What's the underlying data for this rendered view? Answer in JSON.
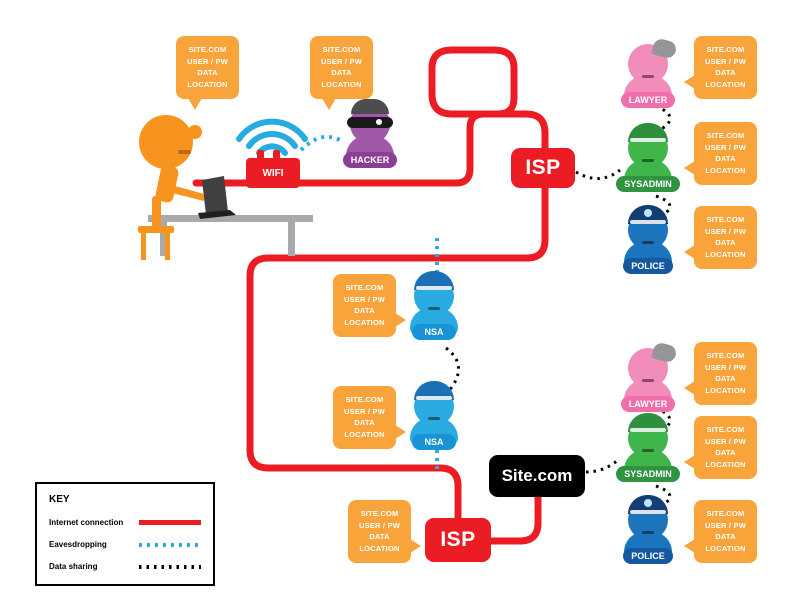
{
  "palette": {
    "callout_orange": "#F9A33B",
    "connection_red": "#EC1C24",
    "eavesdrop_blue": "#29ABE2",
    "lawyer_pink": "#F28CBB",
    "sysadmin_green": "#3FB54A",
    "police_blue": "#1C75BC",
    "hacker_purple": "#A158A8",
    "site_black": "#000000",
    "person_orange": "#F7941E"
  },
  "callout": {
    "text": "SITE.COM\nUSER / PW\nDATA\nLOCATION"
  },
  "nodes": {
    "wifi": "WIFI",
    "hacker": "HACKER",
    "isp_top": "ISP",
    "isp_bottom": "ISP",
    "nsa_top": "NSA",
    "nsa_bottom": "NSA",
    "site": "Site.com",
    "lawyer_top": "LAWYER",
    "sysadmin_top": "SYSADMIN",
    "police_top": "POLICE",
    "lawyer_bottom": "LAWYER",
    "sysadmin_bottom": "SYSADMIN",
    "police_bottom": "POLICE"
  },
  "legend": {
    "title": "KEY",
    "items": [
      {
        "label": "Internet connection",
        "style": "solid",
        "color": "#EC1C24"
      },
      {
        "label": "Eavesdropping",
        "style": "dotted",
        "color": "#29ABE2"
      },
      {
        "label": "Data sharing",
        "style": "dotted",
        "color": "#000000"
      }
    ]
  }
}
